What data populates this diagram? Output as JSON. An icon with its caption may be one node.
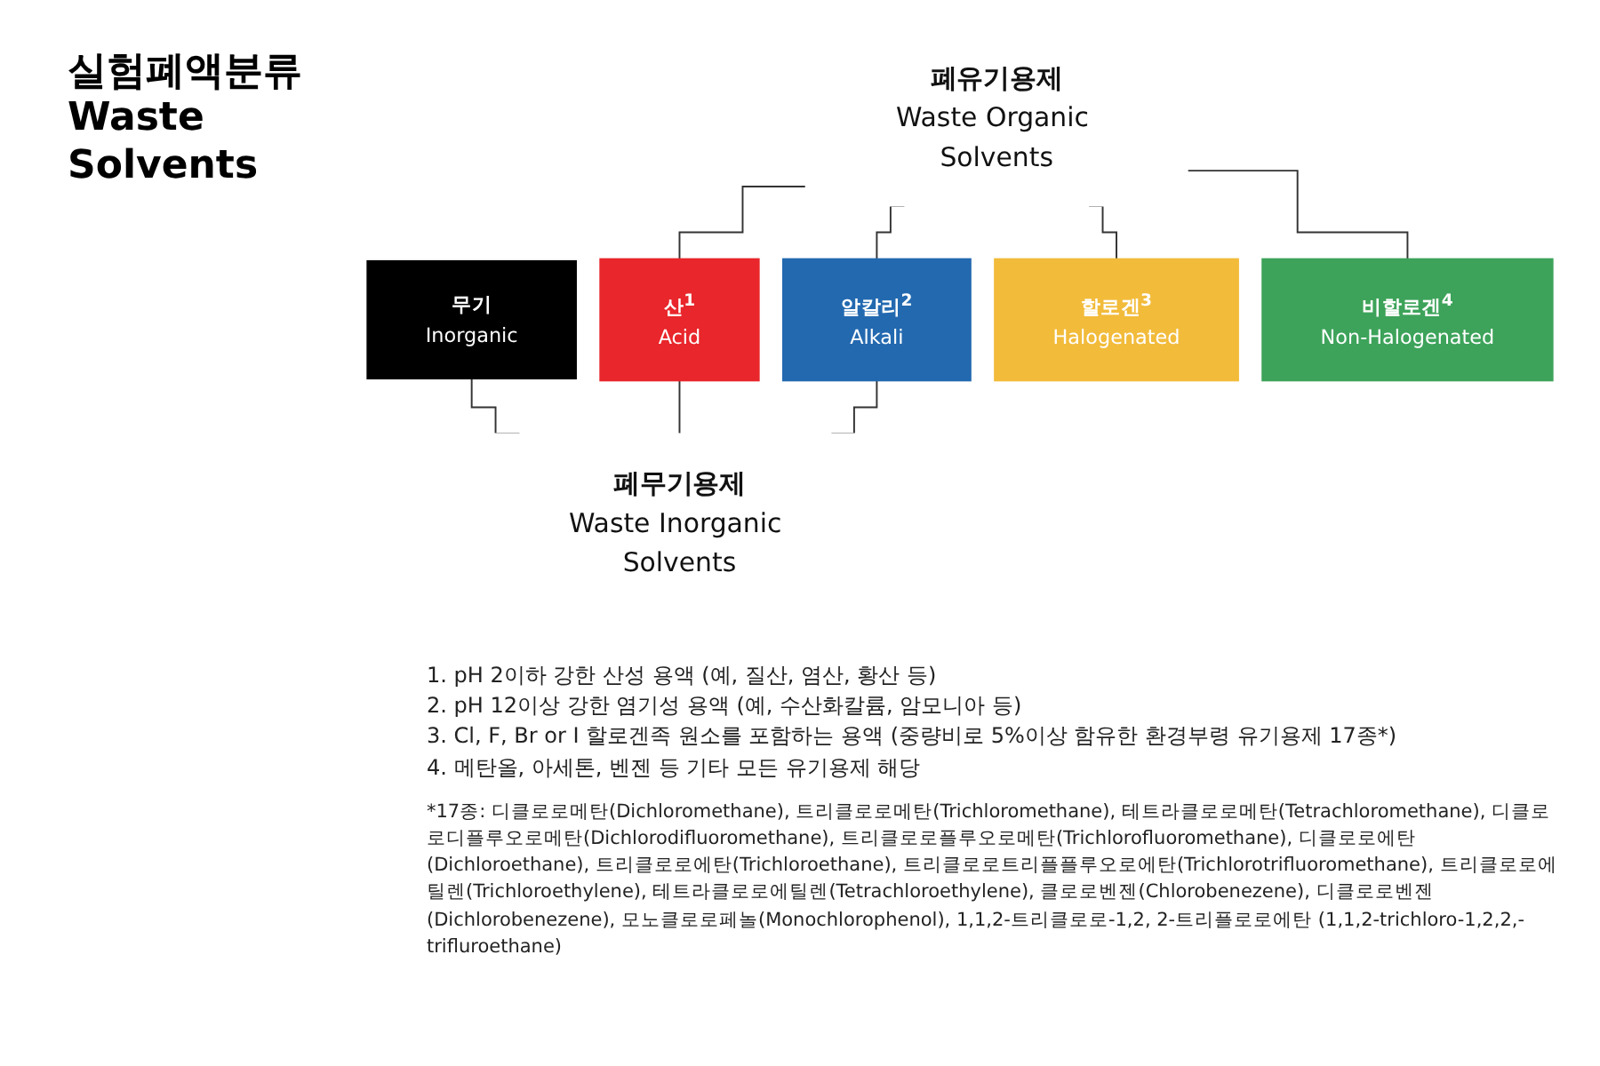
{
  "diagram": {
    "title": "실험폐액분류 Waste Solvents",
    "nodes": [
      {
        "text": [
          "폐유기용제",
          "Waste Organic Solvents"
        ]
      },
      {
        "text": [
          "무기",
          "Inorganic"
        ]
      },
      {
        "text": [
          "산$^{1}$",
          "Acid"
        ]
      },
      {
        "text": [
          "알칼리$^{2}$",
          "Alkali"
        ]
      },
      {
        "text": [
          "할로겐$^{3}$",
          "Halogenated"
        ]
      },
      {
        "text": [
          "비할로겐$^{4}$",
          "Non-Halogenated"
        ]
      },
      {
        "text": [
          "폐무기용제",
          "Waste Inorganic Solvents"
        ]
      }
    ],
    "edges": [
      {
        "from": 0,
        "to": 2,
        "arrow": "none"
      },
      {
        "from": 0,
        "to": 3,
        "arrow": "none"
      },
      {
        "from": 0,
        "to": 4,
        "arrow": "none"
      },
      {
        "from": 0,
        "to": 5,
        "arrow": "none"
      },
      {
        "from": 1,
        "to": 6,
        "arrow": "none"
      },
      {
        "from": 2,
        "to": 6,
        "arrow": "none"
      },
      {
        "from": 3,
        "to": 6,
        "arrow": "none"
      }
    ],
    "labels": [
      "1. pH 2이하 강한 산성 용액 (예, 질산, 염산, 황산 등)",
      "2. pH 12이상 강한 염기성 용액 (예, 수산화칼륨, 암모니아 등)",
      "3. Cl, F, Br or I 할로겐족 원소를 포함하는 용액 (중량비로 5%이상 함유한 환경부령 유기용제 17종*)",
      "4. 메탄올, 아세톤, 벤젠 등 기타 모든 유기용제 해당",
      "*17종: 디클로로메탄(Dichloromethane), 트리클로로메탄(Trichloromethane), 테트라클로로메탄(Tetrachloromethane), 디클로로디플루오로메탄(Dichlorodifluoromethane), 트리클로로플루오로메탄(Trichlorofluoromethane), 디클로로에탄(Dichloroethane), 트리클로로에탄(Trichloroethane), 트리클로로트리플플루오로에탄(Trichlorotrifluoromethane), 트리클로로에틸렌(Trichloroethylene), 테트라클로로에틸렌(Tetrachloroethylene), 클로로벤젠(Chlorobenezene), 디클로로벤젠(Dichlorobenezene), 모노클로로페놀(Monochlorophenol), 1,1,2-트리클로로-1,2, 2-트리플로로에탄 (1,1,2-trichloro-1,2,2,-trifluroethane)"
    ]
  }
}
